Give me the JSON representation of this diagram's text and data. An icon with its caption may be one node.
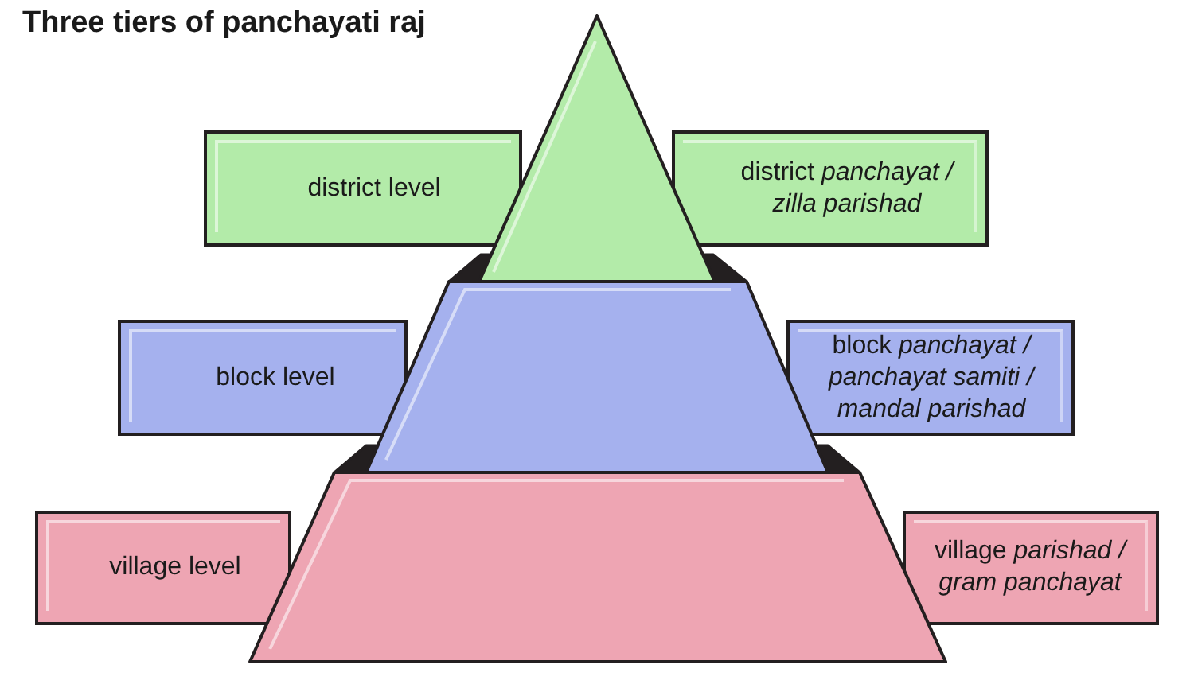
{
  "diagram": {
    "title": "Three tiers of panchayati raj",
    "nodes": [
      {
        "text": [],
        "shape": "triangle"
      },
      {
        "text": [
          "district level"
        ]
      },
      {
        "text": [
          "district *panchayat / zilla parishad*"
        ]
      },
      {
        "text": [],
        "shape": "trapezoid"
      },
      {
        "text": [
          "block level"
        ]
      },
      {
        "text": [
          "block *panchayat / panchayat samiti / mandal parishad*"
        ]
      },
      {
        "text": [],
        "shape": "trapezoid"
      },
      {
        "text": [
          "village level"
        ]
      },
      {
        "text": [
          "village *parishad / gram panchayat*"
        ]
      }
    ]
  }
}
